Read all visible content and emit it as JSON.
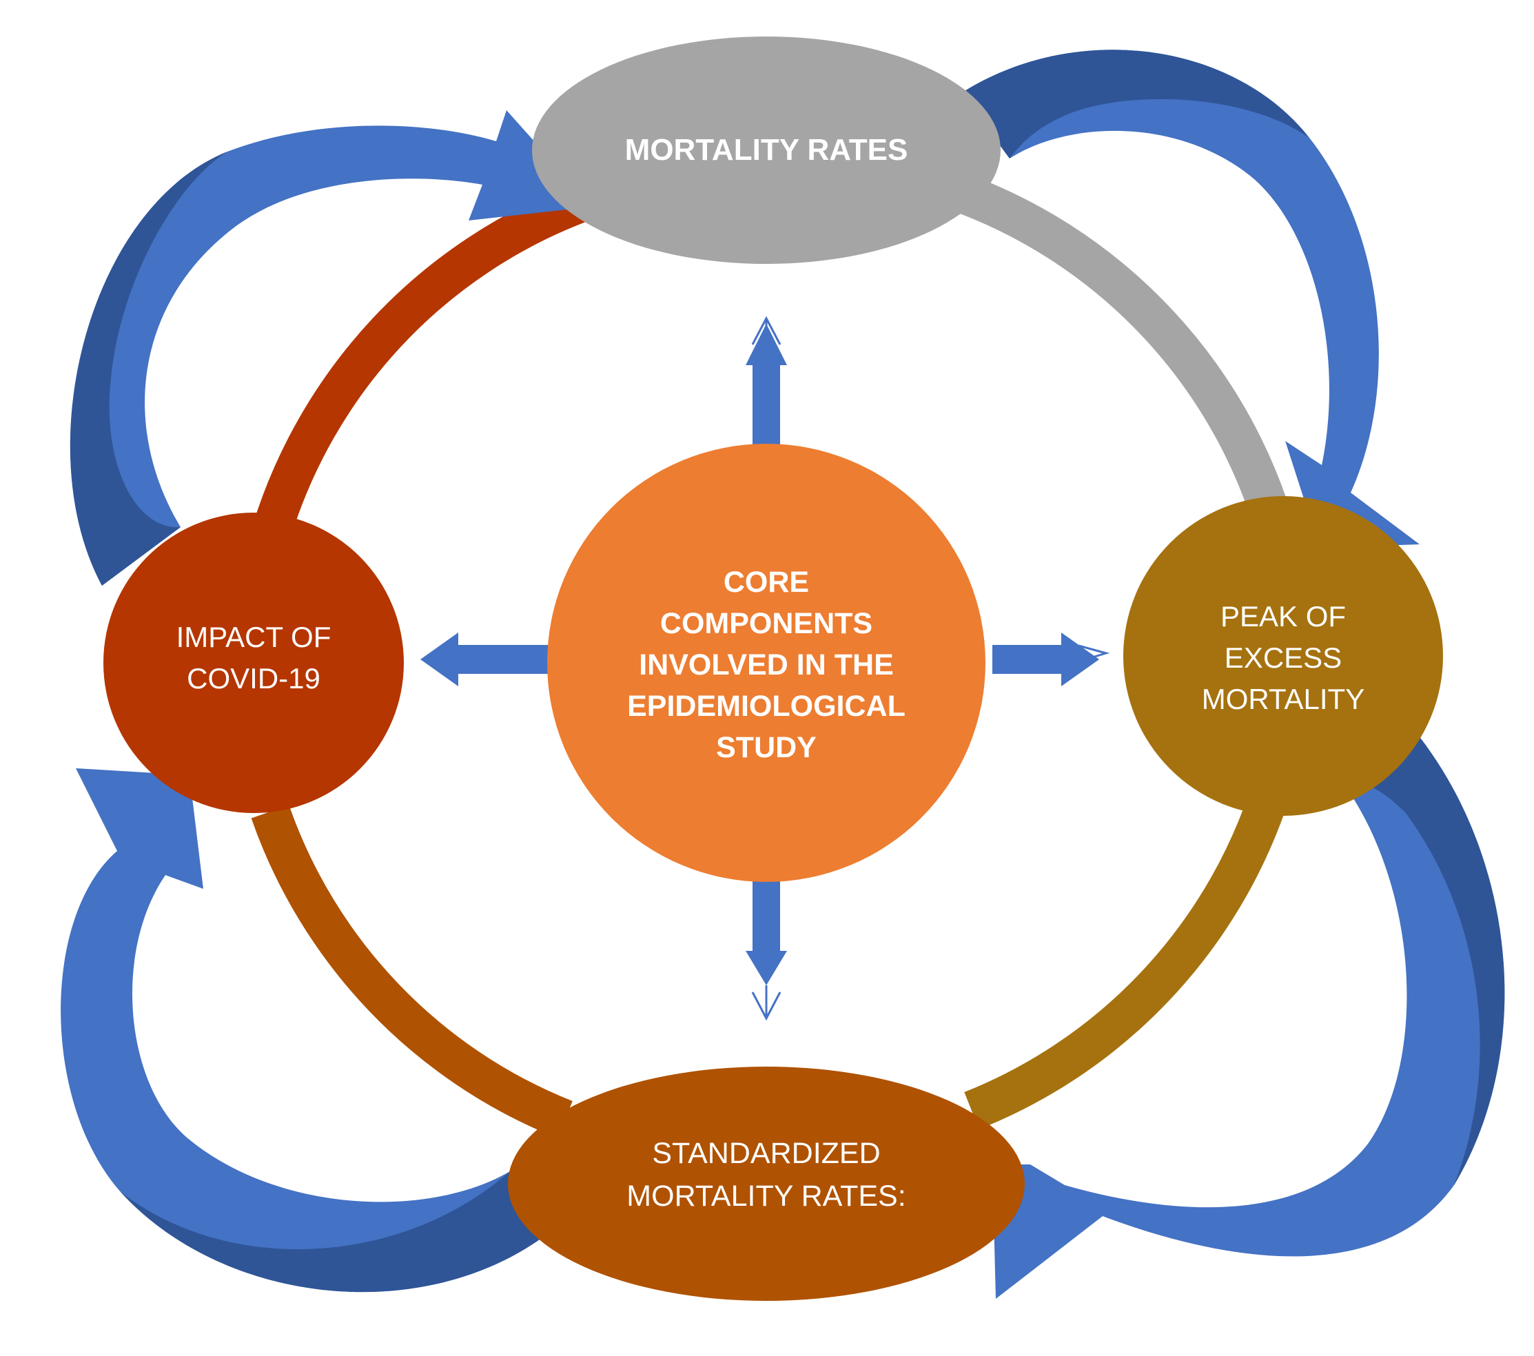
{
  "nodes": {
    "center": {
      "lines": [
        "CORE",
        "COMPONENTS",
        "INVOLVED IN THE",
        "EPIDEMIOLOGICAL",
        "STUDY"
      ]
    },
    "top": {
      "lines": [
        "MORTALITY RATES"
      ]
    },
    "left": {
      "lines": [
        "IMPACT OF",
        "COVID-19"
      ]
    },
    "right": {
      "lines": [
        "PEAK OF",
        "EXCESS",
        "MORTALITY"
      ]
    },
    "bottom": {
      "lines": [
        "STANDARDIZED",
        "MORTALITY RATES:"
      ]
    }
  },
  "colors": {
    "center_fill": "#ED7D31",
    "top_fill": "#A5A5A5",
    "left_fill": "#B53600",
    "right_fill": "#A5720F",
    "bottom_fill": "#AF5201",
    "ring_top_left": "#B53600",
    "ring_top_right": "#A5A5A5",
    "ring_bottom_left": "#AF5201",
    "ring_bottom_right": "#A5720F",
    "arrow_light": "#4472C4",
    "arrow_dark": "#2F5597"
  }
}
